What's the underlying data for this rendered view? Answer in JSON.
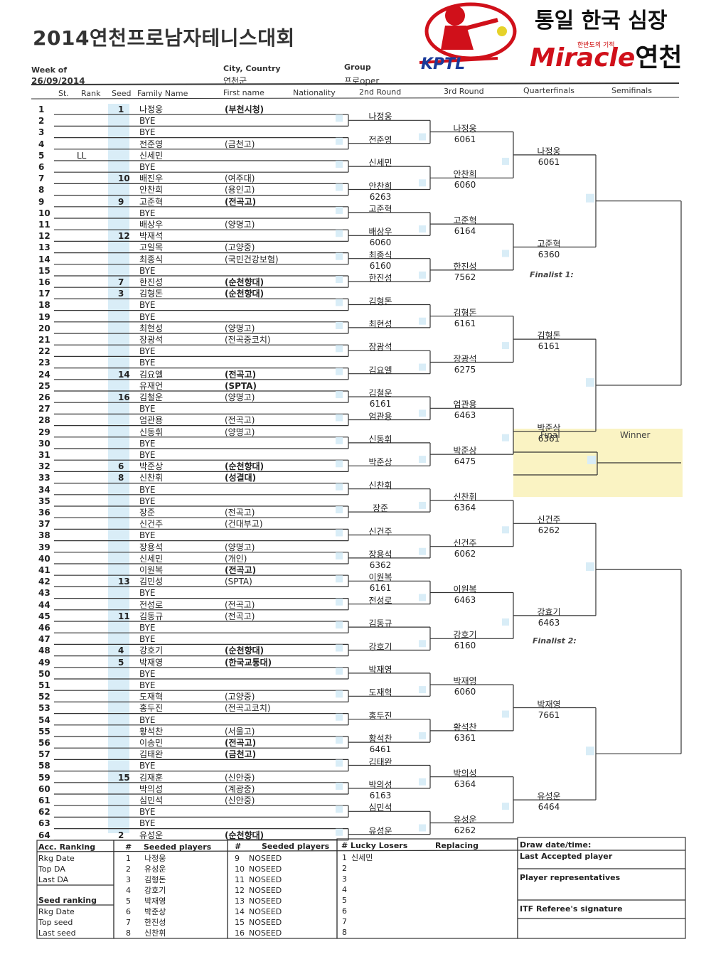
{
  "header": {
    "title": "2014연천프로남자테니스대회",
    "slogan": "통일 한국 심장",
    "brand": {
      "miracle": "Miracle",
      "city": "연천",
      "tagline": "한반도의 기적",
      "kptl": "KPTL"
    },
    "week_label": "Week of",
    "week_value": "26/09/2014",
    "city_label": "City, Country",
    "city_value": "연천군",
    "group_label": "Group",
    "group_value": "프로oper"
  },
  "columns": {
    "st": "St.",
    "rank": "Rank",
    "seed": "Seed",
    "family": "Family Name",
    "first": "First name",
    "nationality": "Nationality",
    "r2": "2nd Round",
    "r3": "3rd Round",
    "qf": "Quarterfinals",
    "sf": "Semifinals"
  },
  "labels": {
    "final": "Final",
    "winner": "Winner",
    "finalist1": "Finalist 1:",
    "finalist2": "Finalist 2:"
  },
  "draw": [
    {
      "n": "1",
      "seed": "1",
      "rank": "",
      "name": "나정웅",
      "club": "(부천시청)"
    },
    {
      "n": "2",
      "seed": "",
      "rank": "",
      "name": "BYE",
      "club": ""
    },
    {
      "n": "3",
      "seed": "",
      "rank": "",
      "name": "BYE",
      "club": ""
    },
    {
      "n": "4",
      "seed": "",
      "rank": "",
      "name": "전준영",
      "club": "(금천고)"
    },
    {
      "n": "5",
      "seed": "",
      "rank": "LL",
      "name": "신세민",
      "club": ""
    },
    {
      "n": "6",
      "seed": "",
      "rank": "",
      "name": "BYE",
      "club": ""
    },
    {
      "n": "7",
      "seed": "10",
      "rank": "",
      "name": "배진우",
      "club": "(여주대)"
    },
    {
      "n": "8",
      "seed": "",
      "rank": "",
      "name": "안찬희",
      "club": "(용인고)"
    },
    {
      "n": "9",
      "seed": "9",
      "rank": "",
      "name": "고준혁",
      "club": "(전곡고)"
    },
    {
      "n": "10",
      "seed": "",
      "rank": "",
      "name": "BYE",
      "club": ""
    },
    {
      "n": "11",
      "seed": "",
      "rank": "",
      "name": "배상우",
      "club": "(양명고)"
    },
    {
      "n": "12",
      "seed": "12",
      "rank": "",
      "name": "박재석",
      "club": ""
    },
    {
      "n": "13",
      "seed": "",
      "rank": "",
      "name": "고일목",
      "club": "(고양중)"
    },
    {
      "n": "14",
      "seed": "",
      "rank": "",
      "name": "최종식",
      "club": "(국민건강보험)"
    },
    {
      "n": "15",
      "seed": "",
      "rank": "",
      "name": "BYE",
      "club": ""
    },
    {
      "n": "16",
      "seed": "7",
      "rank": "",
      "name": "한진성",
      "club": "(순천향대)"
    },
    {
      "n": "17",
      "seed": "3",
      "rank": "",
      "name": "김형돈",
      "club": "(순천향대)"
    },
    {
      "n": "18",
      "seed": "",
      "rank": "",
      "name": "BYE",
      "club": ""
    },
    {
      "n": "19",
      "seed": "",
      "rank": "",
      "name": "BYE",
      "club": ""
    },
    {
      "n": "20",
      "seed": "",
      "rank": "",
      "name": "최현성",
      "club": "(양명고)"
    },
    {
      "n": "21",
      "seed": "",
      "rank": "",
      "name": "장광석",
      "club": "(전곡중코치)"
    },
    {
      "n": "22",
      "seed": "",
      "rank": "",
      "name": "BYE",
      "club": ""
    },
    {
      "n": "23",
      "seed": "",
      "rank": "",
      "name": "BYE",
      "club": ""
    },
    {
      "n": "24",
      "seed": "14",
      "rank": "",
      "name": "김요엘",
      "club": "(전곡고)"
    },
    {
      "n": "25",
      "seed": "",
      "rank": "",
      "name": "유재언",
      "club": "(SPTA)"
    },
    {
      "n": "26",
      "seed": "16",
      "rank": "",
      "name": "김철운",
      "club": "(양명고)"
    },
    {
      "n": "27",
      "seed": "",
      "rank": "",
      "name": "BYE",
      "club": ""
    },
    {
      "n": "28",
      "seed": "",
      "rank": "",
      "name": "엄관용",
      "club": "(전곡고)"
    },
    {
      "n": "29",
      "seed": "",
      "rank": "",
      "name": "신동휘",
      "club": "(양명고)"
    },
    {
      "n": "30",
      "seed": "",
      "rank": "",
      "name": "BYE",
      "club": ""
    },
    {
      "n": "31",
      "seed": "",
      "rank": "",
      "name": "BYE",
      "club": ""
    },
    {
      "n": "32",
      "seed": "6",
      "rank": "",
      "name": "박준상",
      "club": "(순천향대)"
    },
    {
      "n": "33",
      "seed": "8",
      "rank": "",
      "name": "신찬휘",
      "club": "(성결대)"
    },
    {
      "n": "34",
      "seed": "",
      "rank": "",
      "name": "BYE",
      "club": ""
    },
    {
      "n": "35",
      "seed": "",
      "rank": "",
      "name": "BYE",
      "club": ""
    },
    {
      "n": "36",
      "seed": "",
      "rank": "",
      "name": "장준",
      "club": "(전곡고)"
    },
    {
      "n": "37",
      "seed": "",
      "rank": "",
      "name": "신건주",
      "club": "(건대부고)"
    },
    {
      "n": "38",
      "seed": "",
      "rank": "",
      "name": "BYE",
      "club": ""
    },
    {
      "n": "39",
      "seed": "",
      "rank": "",
      "name": "장용석",
      "club": "(양명고)"
    },
    {
      "n": "40",
      "seed": "",
      "rank": "",
      "name": "신세민",
      "club": "(개인)"
    },
    {
      "n": "41",
      "seed": "",
      "rank": "",
      "name": "이원복",
      "club": "(전곡고)"
    },
    {
      "n": "42",
      "seed": "13",
      "rank": "",
      "name": "김민성",
      "club": "(SPTA)"
    },
    {
      "n": "43",
      "seed": "",
      "rank": "",
      "name": "BYE",
      "club": ""
    },
    {
      "n": "44",
      "seed": "",
      "rank": "",
      "name": "전성로",
      "club": "(전곡고)"
    },
    {
      "n": "45",
      "seed": "11",
      "rank": "",
      "name": "김동규",
      "club": "(전곡고)"
    },
    {
      "n": "46",
      "seed": "",
      "rank": "",
      "name": "BYE",
      "club": ""
    },
    {
      "n": "47",
      "seed": "",
      "rank": "",
      "name": "BYE",
      "club": ""
    },
    {
      "n": "48",
      "seed": "4",
      "rank": "",
      "name": "강호기",
      "club": "(순천향대)"
    },
    {
      "n": "49",
      "seed": "5",
      "rank": "",
      "name": "박재영",
      "club": "(한국교통대)"
    },
    {
      "n": "50",
      "seed": "",
      "rank": "",
      "name": "BYE",
      "club": ""
    },
    {
      "n": "51",
      "seed": "",
      "rank": "",
      "name": "BYE",
      "club": ""
    },
    {
      "n": "52",
      "seed": "",
      "rank": "",
      "name": "도재혁",
      "club": "(고양중)"
    },
    {
      "n": "53",
      "seed": "",
      "rank": "",
      "name": "홍두진",
      "club": "(전곡고코치)"
    },
    {
      "n": "54",
      "seed": "",
      "rank": "",
      "name": "BYE",
      "club": ""
    },
    {
      "n": "55",
      "seed": "",
      "rank": "",
      "name": "황석찬",
      "club": "(서울고)"
    },
    {
      "n": "56",
      "seed": "",
      "rank": "",
      "name": "이송민",
      "club": "(전곡고)"
    },
    {
      "n": "57",
      "seed": "",
      "rank": "",
      "name": "김태완",
      "club": "(금천고)"
    },
    {
      "n": "58",
      "seed": "",
      "rank": "",
      "name": "BYE",
      "club": ""
    },
    {
      "n": "59",
      "seed": "15",
      "rank": "",
      "name": "김재훈",
      "club": "(신안중)"
    },
    {
      "n": "60",
      "seed": "",
      "rank": "",
      "name": "박의성",
      "club": "(계광중)"
    },
    {
      "n": "61",
      "seed": "",
      "rank": "",
      "name": "심민석",
      "club": "(신안중)"
    },
    {
      "n": "62",
      "seed": "",
      "rank": "",
      "name": "BYE",
      "club": ""
    },
    {
      "n": "63",
      "seed": "",
      "rank": "",
      "name": "BYE",
      "club": ""
    },
    {
      "n": "64",
      "seed": "2",
      "rank": "",
      "name": "유성운",
      "club": "(순천향대)"
    }
  ],
  "round2": [
    {
      "w": "나정웅",
      "s": ""
    },
    {
      "w": "전준영",
      "s": ""
    },
    {
      "w": "신세민",
      "s": ""
    },
    {
      "w": "안찬희",
      "s": "6263"
    },
    {
      "w": "고준혁",
      "s": ""
    },
    {
      "w": "배상우",
      "s": "6060"
    },
    {
      "w": "최종식",
      "s": "6160"
    },
    {
      "w": "한진성",
      "s": ""
    },
    {
      "w": "김형돈",
      "s": ""
    },
    {
      "w": "최현성",
      "s": ""
    },
    {
      "w": "장광석",
      "s": ""
    },
    {
      "w": "김요엘",
      "s": ""
    },
    {
      "w": "김철운",
      "s": "6161"
    },
    {
      "w": "엄관용",
      "s": ""
    },
    {
      "w": "신동휘",
      "s": ""
    },
    {
      "w": "박준상",
      "s": ""
    },
    {
      "w": "신찬휘",
      "s": ""
    },
    {
      "w": "장준",
      "s": ""
    },
    {
      "w": "신건주",
      "s": ""
    },
    {
      "w": "장용석",
      "s": "6362"
    },
    {
      "w": "이원복",
      "s": "6161"
    },
    {
      "w": "전성로",
      "s": ""
    },
    {
      "w": "김동규",
      "s": ""
    },
    {
      "w": "강호기",
      "s": ""
    },
    {
      "w": "박재영",
      "s": ""
    },
    {
      "w": "도재혁",
      "s": ""
    },
    {
      "w": "홍두진",
      "s": ""
    },
    {
      "w": "황석찬",
      "s": "6461"
    },
    {
      "w": "김태완",
      "s": ""
    },
    {
      "w": "박의성",
      "s": "6163"
    },
    {
      "w": "심민석",
      "s": ""
    },
    {
      "w": "유성운",
      "s": ""
    }
  ],
  "round3": [
    {
      "w": "나정웅",
      "s": "6061"
    },
    {
      "w": "안찬희",
      "s": "6060"
    },
    {
      "w": "고준혁",
      "s": "6164"
    },
    {
      "w": "한진성",
      "s": "7562"
    },
    {
      "w": "김형돈",
      "s": "6161"
    },
    {
      "w": "장광석",
      "s": "6275"
    },
    {
      "w": "엄관용",
      "s": "6463"
    },
    {
      "w": "박준상",
      "s": "6475"
    },
    {
      "w": "신찬휘",
      "s": "6364"
    },
    {
      "w": "신건주",
      "s": "6062"
    },
    {
      "w": "이원복",
      "s": "6463"
    },
    {
      "w": "강호기",
      "s": "6160"
    },
    {
      "w": "박재영",
      "s": "6060"
    },
    {
      "w": "황석찬",
      "s": "6361"
    },
    {
      "w": "박의성",
      "s": "6364"
    },
    {
      "w": "유성운",
      "s": "6262"
    }
  ],
  "quarterfinals": [
    {
      "w": "나정웅",
      "s": "6061"
    },
    {
      "w": "고준혁",
      "s": "6360"
    },
    {
      "w": "김형돈",
      "s": "6161"
    },
    {
      "w": "박준상",
      "s": "6361"
    },
    {
      "w": "신건주",
      "s": "6262"
    },
    {
      "w": "강효기",
      "s": "6463"
    },
    {
      "w": "박재영",
      "s": "7661"
    },
    {
      "w": "유성운",
      "s": "6464"
    }
  ],
  "footer": {
    "acc_ranking": "Acc. Ranking",
    "rkg_date": "Rkg Date",
    "top_da": "Top DA",
    "last_da": "Last DA",
    "seed_ranking": "Seed ranking",
    "rkg_date2": "Rkg Date",
    "top_seed": "Top seed",
    "last_seed": "Last seed",
    "hash": "#",
    "seeded_players": "Seeded players",
    "seeds_a": [
      {
        "n": "1",
        "name": "나정웅"
      },
      {
        "n": "2",
        "name": "유성운"
      },
      {
        "n": "3",
        "name": "김형돈"
      },
      {
        "n": "4",
        "name": "강호기"
      },
      {
        "n": "5",
        "name": "박재영"
      },
      {
        "n": "6",
        "name": "박준상"
      },
      {
        "n": "7",
        "name": "한진성"
      },
      {
        "n": "8",
        "name": "신찬휘"
      }
    ],
    "seeds_b": [
      {
        "n": "9",
        "name": "NOSEED"
      },
      {
        "n": "10",
        "name": "NOSEED"
      },
      {
        "n": "11",
        "name": "NOSEED"
      },
      {
        "n": "12",
        "name": "NOSEED"
      },
      {
        "n": "13",
        "name": "NOSEED"
      },
      {
        "n": "14",
        "name": "NOSEED"
      },
      {
        "n": "15",
        "name": "NOSEED"
      },
      {
        "n": "16",
        "name": "NOSEED"
      }
    ],
    "lucky_losers": "# Lucky Losers",
    "replacing": "Replacing",
    "ll": [
      {
        "n": "1",
        "name": "신세민"
      },
      {
        "n": "2",
        "name": ""
      },
      {
        "n": "3",
        "name": ""
      },
      {
        "n": "4",
        "name": ""
      },
      {
        "n": "5",
        "name": ""
      },
      {
        "n": "6",
        "name": ""
      },
      {
        "n": "7",
        "name": ""
      },
      {
        "n": "8",
        "name": ""
      }
    ],
    "draw_date": "Draw date/time:",
    "last_accepted": "Last Accepted player",
    "player_reps": "Player representatives",
    "itf_sig": "ITF Referee's signature"
  },
  "colors": {
    "seed_band": "#d9edf7",
    "final_zone": "#faf3c3",
    "logo_red": "#d0101a",
    "kptl_blue": "#1a3a9a"
  }
}
